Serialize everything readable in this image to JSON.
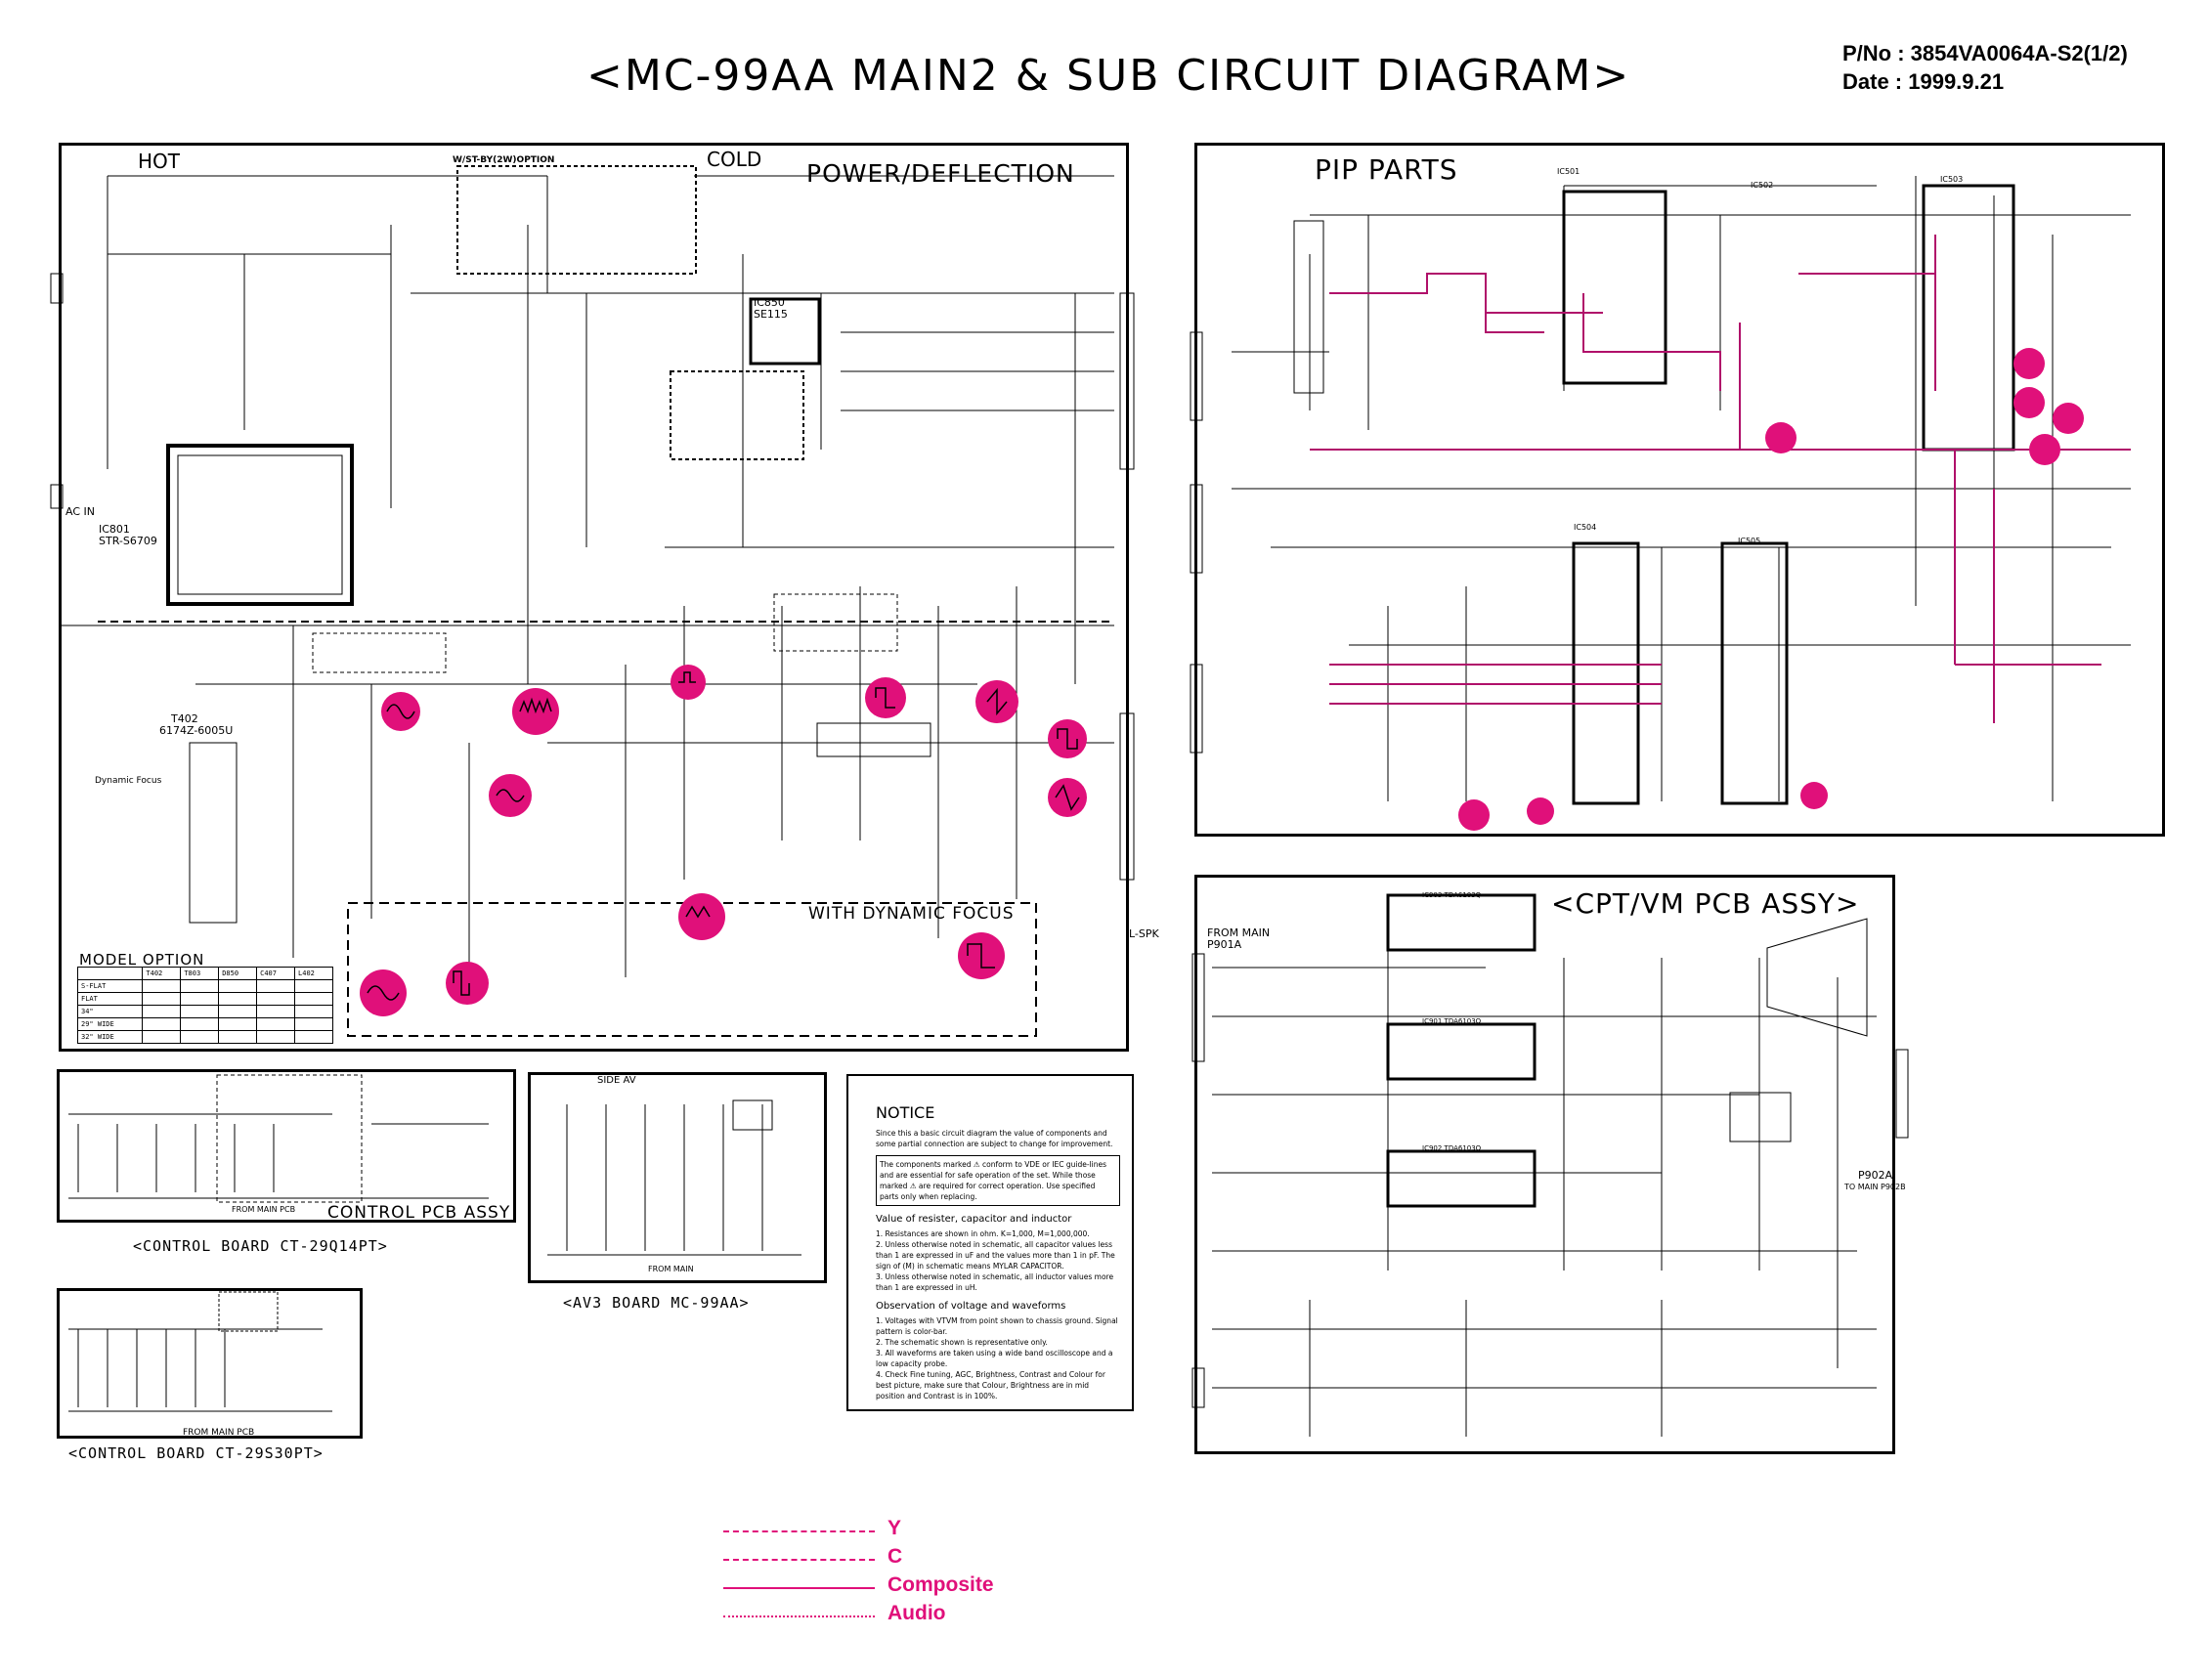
{
  "header": {
    "title": "<MC-99AA MAIN2 & SUB CIRCUIT DIAGRAM>",
    "part_number": "P/No : 3854VA0064A-S2(1/2)",
    "date": "Date : 1999.9.21"
  },
  "power_panel": {
    "hot": "HOT",
    "cold": "COLD",
    "title": "POWER/DEFLECTION",
    "ac_in": "AC IN",
    "ic801": "IC801",
    "ic801_part": "STR-S6709",
    "ic850": "IC850",
    "ic850_part": "SE115",
    "option_label": "W/ST-BY(2W)OPTION",
    "t402": "T402",
    "t402_part": "6174Z-6005U",
    "dynamic_focus": "Dynamic Focus",
    "with_dynamic_focus": "WITH DYNAMIC FOCUS",
    "l_spk": "L-SPK",
    "model_option": "MODEL OPTION",
    "option_table": {
      "headers": [
        "",
        "T402",
        "T803",
        "D850",
        "C407",
        "L402"
      ],
      "rows": [
        [
          "S-FLAT",
          "",
          "",
          "",
          "",
          ""
        ],
        [
          "FLAT",
          "",
          "",
          "",
          "",
          ""
        ],
        [
          "34\"",
          "",
          "",
          "",
          "",
          ""
        ],
        [
          "29\" WIDE",
          "",
          "",
          "",
          "",
          ""
        ],
        [
          "32\" WIDE",
          "",
          "",
          "",
          "",
          ""
        ]
      ]
    }
  },
  "pip_panel": {
    "title": "PIP PARTS",
    "labels": [
      "IC501",
      "IC502",
      "IC503",
      "IC504",
      "IC505"
    ]
  },
  "cpt_panel": {
    "title": "<CPT/VM PCB ASSY>",
    "from_main": "FROM MAIN",
    "p901a": "P901A",
    "p902a": "P902A",
    "to_main_p902b": "TO MAIN P902B",
    "ic_labels": [
      "IC903 TDA6103Q",
      "IC901 TDA6103Q",
      "IC902 TDA6103Q"
    ]
  },
  "control_panel": {
    "title": "CONTROL PCB ASSY",
    "caption": "<CONTROL BOARD CT-29Q14PT>",
    "from_main": "FROM MAIN PCB"
  },
  "control_panel2": {
    "caption": "<CONTROL BOARD CT-29S30PT>",
    "from_main": "FROM MAIN PCB"
  },
  "av_panel": {
    "title": "SIDE AV",
    "caption": "<AV3 BOARD MC-99AA>",
    "from_main": "FROM MAIN"
  },
  "notice": {
    "heading": "NOTICE",
    "intro": "Since this a basic circuit diagram the value of components and some partial connection are subject to change for improvement.",
    "box": "The components marked ⚠ conform to VDE or IEC guide-lines and are essential for safe operation of the set. While those marked ⚠ are required for correct operation. Use specified parts only when replacing.",
    "values_heading": "Value of resister, capacitor and inductor",
    "values": [
      "1. Resistances are shown in ohm. K=1,000, M=1,000,000.",
      "2. Unless otherwise noted in schematic, all capacitor values less than 1 are expressed in uF and the values more than 1 in pF. The sign of (M) in schematic means MYLAR CAPACITOR.",
      "3. Unless otherwise noted in schematic, all inductor values more than 1 are expressed in uH."
    ],
    "observation_heading": "Observation of voltage and waveforms",
    "observation": [
      "1. Voltages with VTVM from point shown to chassis ground. Signal pattern is color-bar.",
      "2. The schematic shown is representative only.",
      "3. All waveforms are taken using a wide band oscilloscope and a low capacity probe.",
      "4. Check Fine tuning, AGC, Brightness, Contrast and Colour for best picture, make sure that Colour, Brightness are in mid position and Contrast is in 100%."
    ]
  },
  "legend": {
    "items": [
      {
        "label": "Y",
        "style": "dash-dot"
      },
      {
        "label": "C",
        "style": "dash-dot-dot"
      },
      {
        "label": "Composite",
        "style": "solid"
      },
      {
        "label": "Audio",
        "style": "dotted"
      }
    ],
    "color": "#e0107a"
  },
  "colors": {
    "accent": "#e0107a",
    "line": "#000000"
  }
}
